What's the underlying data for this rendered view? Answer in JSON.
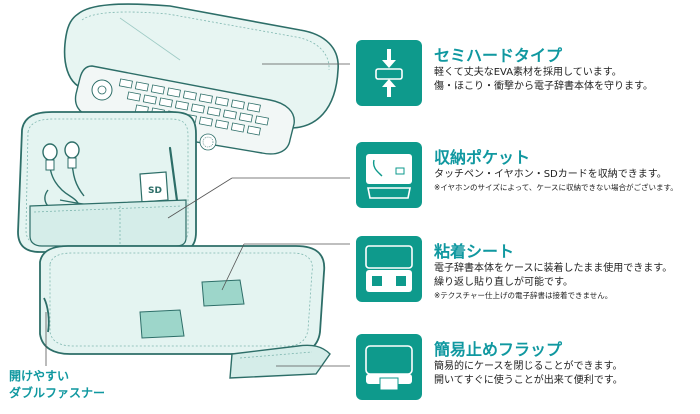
{
  "features": [
    {
      "id": "semi-hard",
      "title": "セミハードタイプ",
      "lines": [
        "軽くて丈夫なEVA素材を採用しています。",
        "傷・ほこり・衝撃から電子辞書本体を守ります。"
      ],
      "note": "",
      "icon": "compress-arrows-icon"
    },
    {
      "id": "pocket",
      "title": "収納ポケット",
      "lines": [
        "タッチペン・イヤホン・SDカードを収納できます。"
      ],
      "note": "※イヤホンのサイズによって、ケースに収納できない場合がございます。",
      "icon": "storage-pocket-icon"
    },
    {
      "id": "sticky",
      "title": "粘着シート",
      "lines": [
        "電子辞書本体をケースに装着したまま使用できます。",
        "繰り返し貼り直しが可能です。"
      ],
      "note": "※テクスチャー仕上げの電子辞書は接着できません。",
      "icon": "adhesive-sheet-icon"
    },
    {
      "id": "flap",
      "title": "簡易止めフラップ",
      "lines": [
        "簡易的にケースを閉じることができます。",
        "開いてすぐに使うことが出来て便利です。"
      ],
      "note": "",
      "icon": "closing-flap-icon"
    }
  ],
  "fastener_label": [
    "開けやすい",
    "ダブルファスナー"
  ],
  "illustration": {
    "sd_card_label": "SD"
  },
  "colors": {
    "accent": "#0e9a8c",
    "title_text": "#1098a0",
    "case_fill": "#e4f4f1",
    "case_outline": "#2d6e68"
  }
}
